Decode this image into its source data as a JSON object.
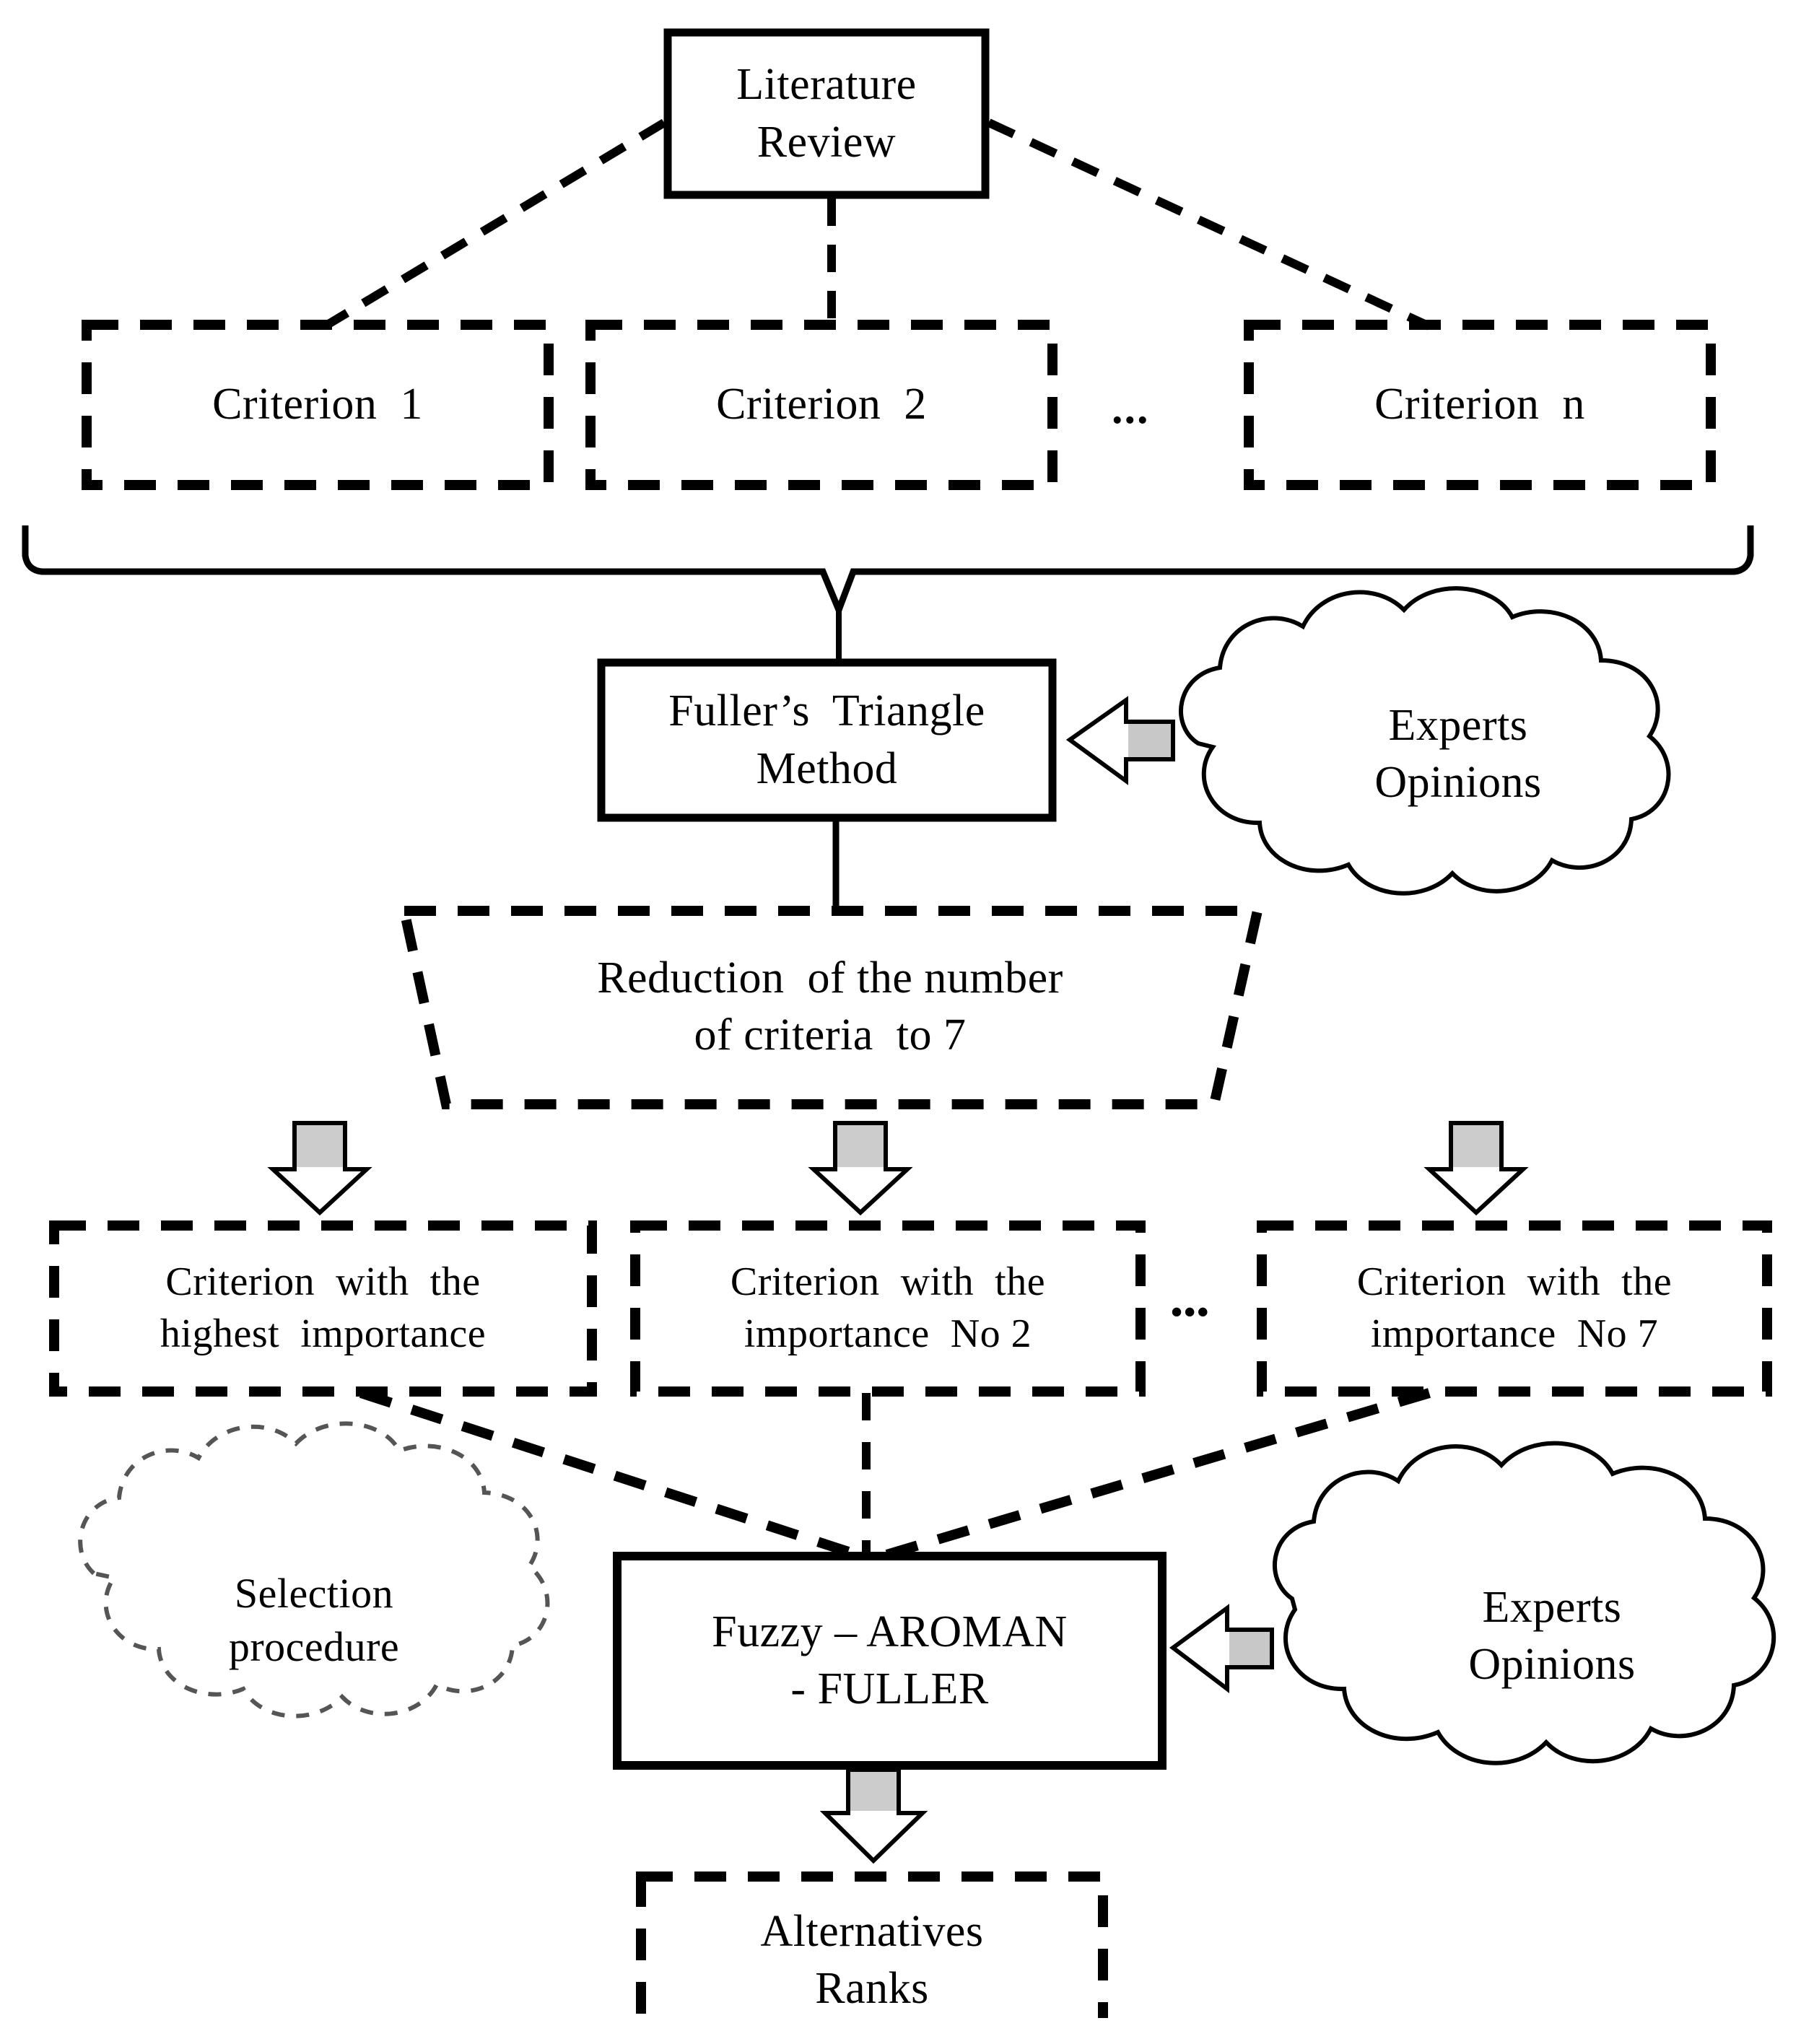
{
  "diagram": {
    "type": "flowchart",
    "title": "Fuzzy AROMAN-FULLER criteria selection methodology",
    "colors": {
      "stroke": "#000000",
      "background": "#ffffff",
      "arrow_fill": "#ffffff",
      "arrow_shade": "#808080"
    },
    "nodes": {
      "literature_review": {
        "line1": "Literature",
        "line2": "Review",
        "shape": "solid-rect"
      },
      "criterion_1": {
        "line1": "Criterion  1",
        "shape": "dashed-rect"
      },
      "criterion_2": {
        "line1": "Criterion  2",
        "shape": "dashed-rect"
      },
      "criterion_ellipsis": {
        "line1": "...",
        "shape": "text"
      },
      "criterion_n": {
        "line1": "Criterion  n",
        "shape": "dashed-rect"
      },
      "fullers_triangle": {
        "line1": "Fuller’s  Triangle",
        "line2": "Method",
        "shape": "solid-rect"
      },
      "experts_opinions_top": {
        "line1": "Experts",
        "line2": "Opinions",
        "shape": "cloud-solid"
      },
      "reduction": {
        "line1": "Reduction  of the number",
        "line2": "of criteria  to 7",
        "shape": "dashed-trapezoid"
      },
      "criterion_highest": {
        "line1": "Criterion  with  the",
        "line2": "highest  importance",
        "shape": "dashed-rect"
      },
      "criterion_no2": {
        "line1": "Criterion  with  the",
        "line2": "importance  No 2",
        "shape": "dashed-rect"
      },
      "criterion_bottom_ellipsis": {
        "line1": "•••",
        "shape": "text"
      },
      "criterion_no7": {
        "line1": "Criterion  with  the",
        "line2": "importance  No 7",
        "shape": "dashed-rect"
      },
      "selection_procedure": {
        "line1": "Selection",
        "line2": "procedure",
        "shape": "cloud-dashed"
      },
      "fuzzy_aroman_fuller": {
        "line1": "Fuzzy – AROMAN",
        "line2": "- FULLER",
        "shape": "solid-rect"
      },
      "experts_opinions_bottom": {
        "line1": "Experts",
        "line2": "Opinions",
        "shape": "cloud-solid"
      },
      "alternatives_ranks": {
        "line1": "Alternatives",
        "line2": "Ranks",
        "shape": "dashed-rect"
      }
    },
    "connectors": [
      {
        "name": "lit-to-criterion-1",
        "style": "dashed"
      },
      {
        "name": "lit-to-criterion-2",
        "style": "dashed"
      },
      {
        "name": "lit-to-criterion-n",
        "style": "dashed"
      },
      {
        "name": "criteria-brace-to-fullers",
        "style": "solid-brace"
      },
      {
        "name": "experts-to-fullers",
        "style": "block-arrow-left"
      },
      {
        "name": "fullers-to-reduction",
        "style": "solid"
      },
      {
        "name": "reduction-to-criterion-highest",
        "style": "block-arrow-down"
      },
      {
        "name": "reduction-to-criterion-no2",
        "style": "block-arrow-down"
      },
      {
        "name": "reduction-to-criterion-no7",
        "style": "block-arrow-down"
      },
      {
        "name": "criterion-highest-to-fuzzy",
        "style": "dashed"
      },
      {
        "name": "criterion-no2-to-fuzzy",
        "style": "dashed"
      },
      {
        "name": "criterion-no7-to-fuzzy",
        "style": "dashed"
      },
      {
        "name": "experts-to-fuzzy",
        "style": "block-arrow-left"
      },
      {
        "name": "fuzzy-to-alternatives",
        "style": "block-arrow-down"
      }
    ]
  }
}
